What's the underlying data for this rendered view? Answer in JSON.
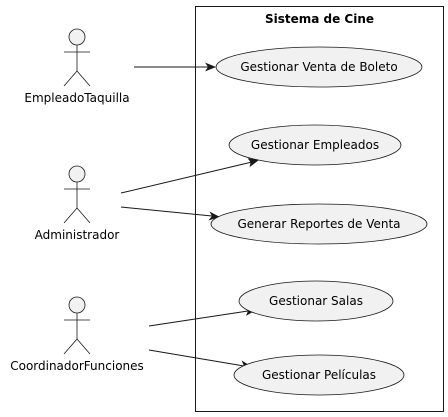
{
  "system": {
    "title": "Sistema de Cine"
  },
  "actors": [
    {
      "id": "empleado",
      "label": "EmpleadoTaquilla"
    },
    {
      "id": "admin",
      "label": "Administrador"
    },
    {
      "id": "coord",
      "label": "CoordinadorFunciones"
    }
  ],
  "usecases": [
    {
      "id": "venta",
      "label": "Gestionar Venta de Boleto"
    },
    {
      "id": "empleados",
      "label": "Gestionar Empleados"
    },
    {
      "id": "reportes",
      "label": "Generar Reportes de Venta"
    },
    {
      "id": "salas",
      "label": "Gestionar Salas"
    },
    {
      "id": "peliculas",
      "label": "Gestionar Películas"
    }
  ],
  "associations": [
    {
      "from": "empleado",
      "to": "venta"
    },
    {
      "from": "admin",
      "to": "empleados"
    },
    {
      "from": "admin",
      "to": "reportes"
    },
    {
      "from": "coord",
      "to": "salas"
    },
    {
      "from": "coord",
      "to": "peliculas"
    }
  ]
}
